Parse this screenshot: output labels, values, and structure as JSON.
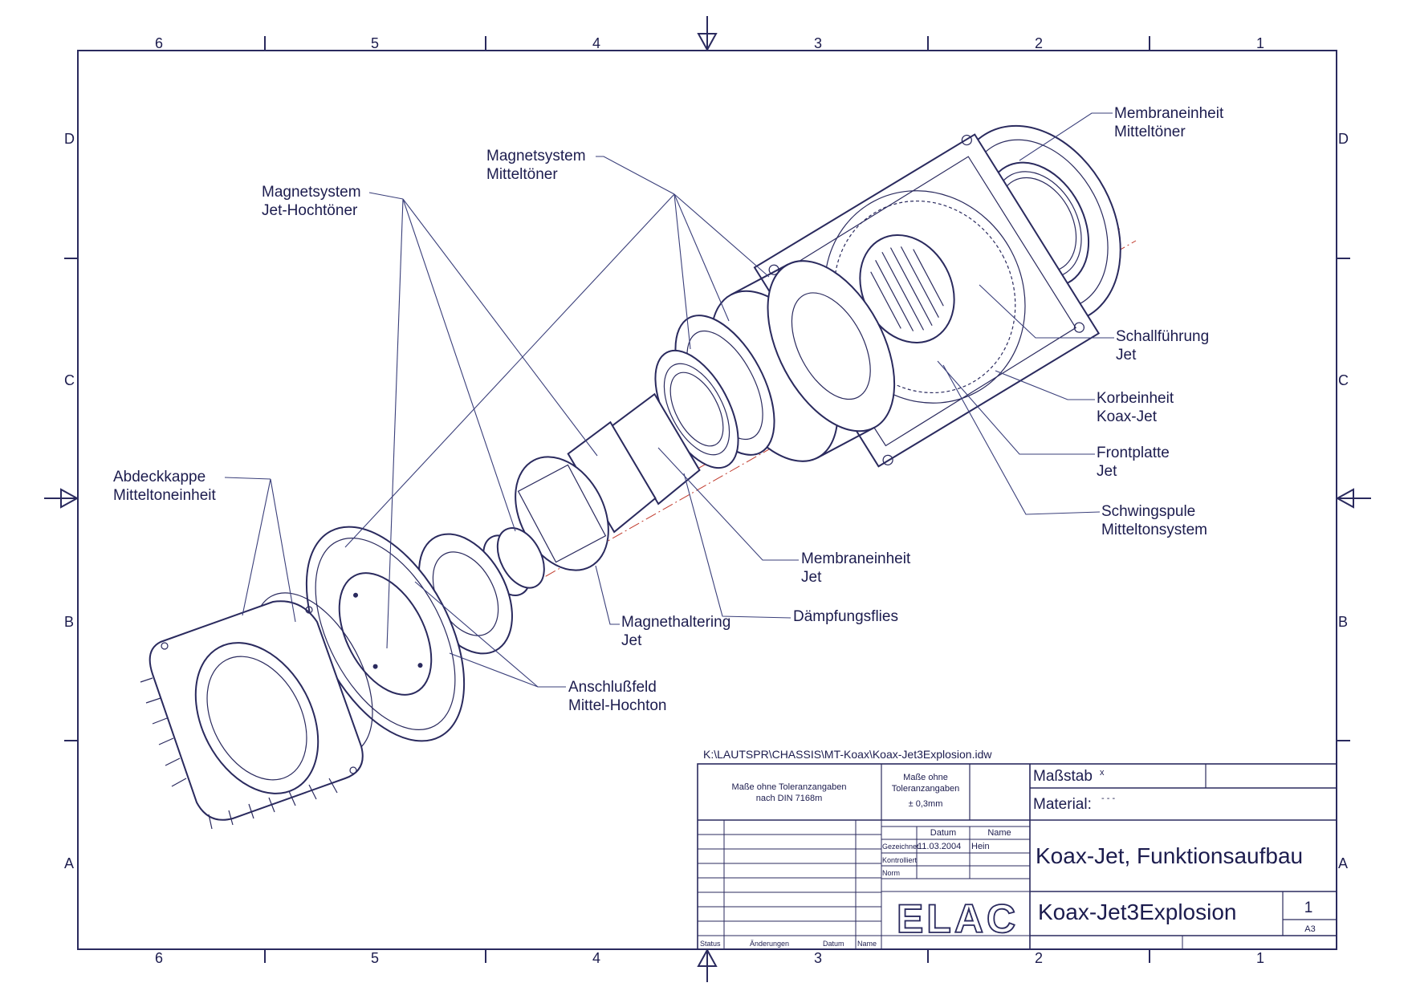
{
  "drawing": {
    "file_path": "K:\\LAUTSPR\\CHASSIS\\MT-Koax\\Koax-Jet3Explosion.idw",
    "zones_columns": [
      "6",
      "5",
      "4",
      "3",
      "2",
      "1"
    ],
    "zones_rows": [
      "D",
      "C",
      "B",
      "A"
    ],
    "labels": {
      "membraneinheit_mt": [
        "Membraneinheit",
        "Mitteltöner"
      ],
      "magnetsystem_mt": [
        "Magnetsystem",
        "Mitteltöner"
      ],
      "magnetsystem_jet": [
        "Magnetsystem",
        "Jet-Hochtöner"
      ],
      "schallfuehrung": [
        "Schallführung",
        "Jet"
      ],
      "korbeinheit": [
        "Korbeinheit",
        "Koax-Jet"
      ],
      "frontplatte": [
        "Frontplatte",
        "Jet"
      ],
      "schwingspule": [
        "Schwingspule",
        "Mitteltonsystem"
      ],
      "abdeckkappe": [
        "Abdeckkappe",
        "Mitteltoneinheit"
      ],
      "membraneinheit_jet": [
        "Membraneinheit",
        "Jet"
      ],
      "daempfungsflies": [
        "Dämpfungsflies"
      ],
      "magnethaltering": [
        "Magnethaltering",
        "Jet"
      ],
      "anschlussfeld": [
        "Anschlußfeld",
        "Mittel-Hochton"
      ]
    }
  },
  "title_block": {
    "tolerance_note": [
      "Maße ohne Toleranzangaben",
      "nach DIN 7168m"
    ],
    "tolerance_note2": [
      "Maße ohne",
      "Toleranzangaben",
      "± 0,3mm"
    ],
    "scale_label": "Maßstab",
    "scale_value": "x",
    "material_label": "Material:",
    "material_value": "- - -",
    "col_datum": "Datum",
    "col_name": "Name",
    "row_gezeichnet": "Gezeichnet",
    "row_kontrolliert": "Kontrolliert",
    "row_norm": "Norm",
    "drawn_date": "11.03.2004",
    "drawn_name": "Hein",
    "title": "Koax-Jet, Funktionsaufbau",
    "drawing_number": "Koax-Jet3Explosion",
    "sheet": "1",
    "format": "A3",
    "footer_status": "Status",
    "footer_aenderungen": "Änderungen",
    "footer_datum": "Datum",
    "footer_name": "Name",
    "logo": "ELAC"
  }
}
